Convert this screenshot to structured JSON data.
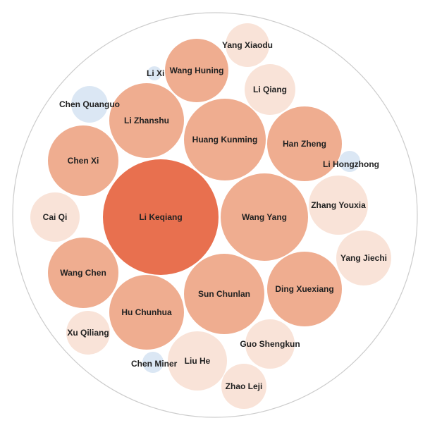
{
  "chart_data": {
    "type": "bubble-pack",
    "colors": {
      "tier1": "#e8704f",
      "tier2": "#efad90",
      "tier3": "#f9e3d8",
      "tier4": "#dbe7f4",
      "outline": "#cccccc",
      "label": "#222222"
    },
    "nodes": [
      {
        "label": "Li Keqiang",
        "tier": "tier1"
      },
      {
        "label": "Wang Yang",
        "tier": "tier2"
      },
      {
        "label": "Sun Chunlan",
        "tier": "tier2"
      },
      {
        "label": "Huang Kunming",
        "tier": "tier2"
      },
      {
        "label": "Li Zhanshu",
        "tier": "tier2"
      },
      {
        "label": "Han Zheng",
        "tier": "tier2"
      },
      {
        "label": "Hu Chunhua",
        "tier": "tier2"
      },
      {
        "label": "Ding Xuexiang",
        "tier": "tier2"
      },
      {
        "label": "Chen Xi",
        "tier": "tier2"
      },
      {
        "label": "Wang Chen",
        "tier": "tier2"
      },
      {
        "label": "Wang Huning",
        "tier": "tier2"
      },
      {
        "label": "Zhang Youxia",
        "tier": "tier3"
      },
      {
        "label": "Liu He",
        "tier": "tier3"
      },
      {
        "label": "Yang Jiechi",
        "tier": "tier3"
      },
      {
        "label": "Li Qiang",
        "tier": "tier3"
      },
      {
        "label": "Guo Shengkun",
        "tier": "tier3"
      },
      {
        "label": "Cai Qi",
        "tier": "tier3"
      },
      {
        "label": "Zhao Leji",
        "tier": "tier3"
      },
      {
        "label": "Xu Qiliang",
        "tier": "tier3"
      },
      {
        "label": "Yang Xiaodu",
        "tier": "tier3"
      },
      {
        "label": "Chen Quanguo",
        "tier": "tier4"
      },
      {
        "label": "Li Hongzhong",
        "tier": "tier4"
      },
      {
        "label": "Chen Miner",
        "tier": "tier4"
      },
      {
        "label": "Li Xi",
        "tier": "tier4"
      }
    ]
  }
}
